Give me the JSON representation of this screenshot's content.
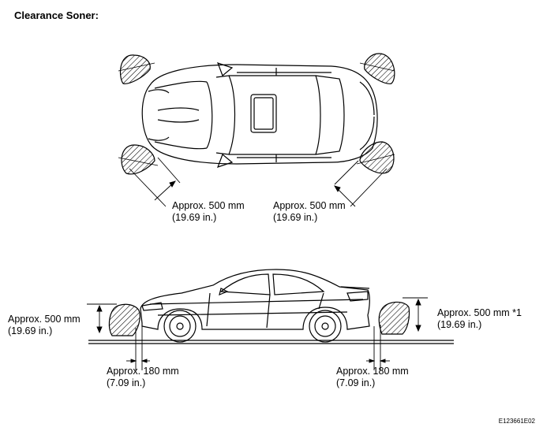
{
  "title": "Clearance Soner:",
  "figure_code": "E123661E02",
  "top_view": {
    "left_label": {
      "line1": "Approx. 500 mm",
      "line2": "(19.69 in.)"
    },
    "right_label": {
      "line1": "Approx. 500 mm",
      "line2": "(19.69 in.)"
    }
  },
  "side_view": {
    "left_height_label": {
      "line1": "Approx. 500 mm",
      "line2": "(19.69 in.)"
    },
    "right_height_label": {
      "line1": "Approx. 500 mm *1",
      "line2": "(19.69 in.)"
    },
    "left_gap_label": {
      "line1": "Approx. 180 mm",
      "line2": "(7.09 in.)"
    },
    "right_gap_label": {
      "line1": "Approx. 180 mm",
      "line2": "(7.09 in.)"
    }
  }
}
